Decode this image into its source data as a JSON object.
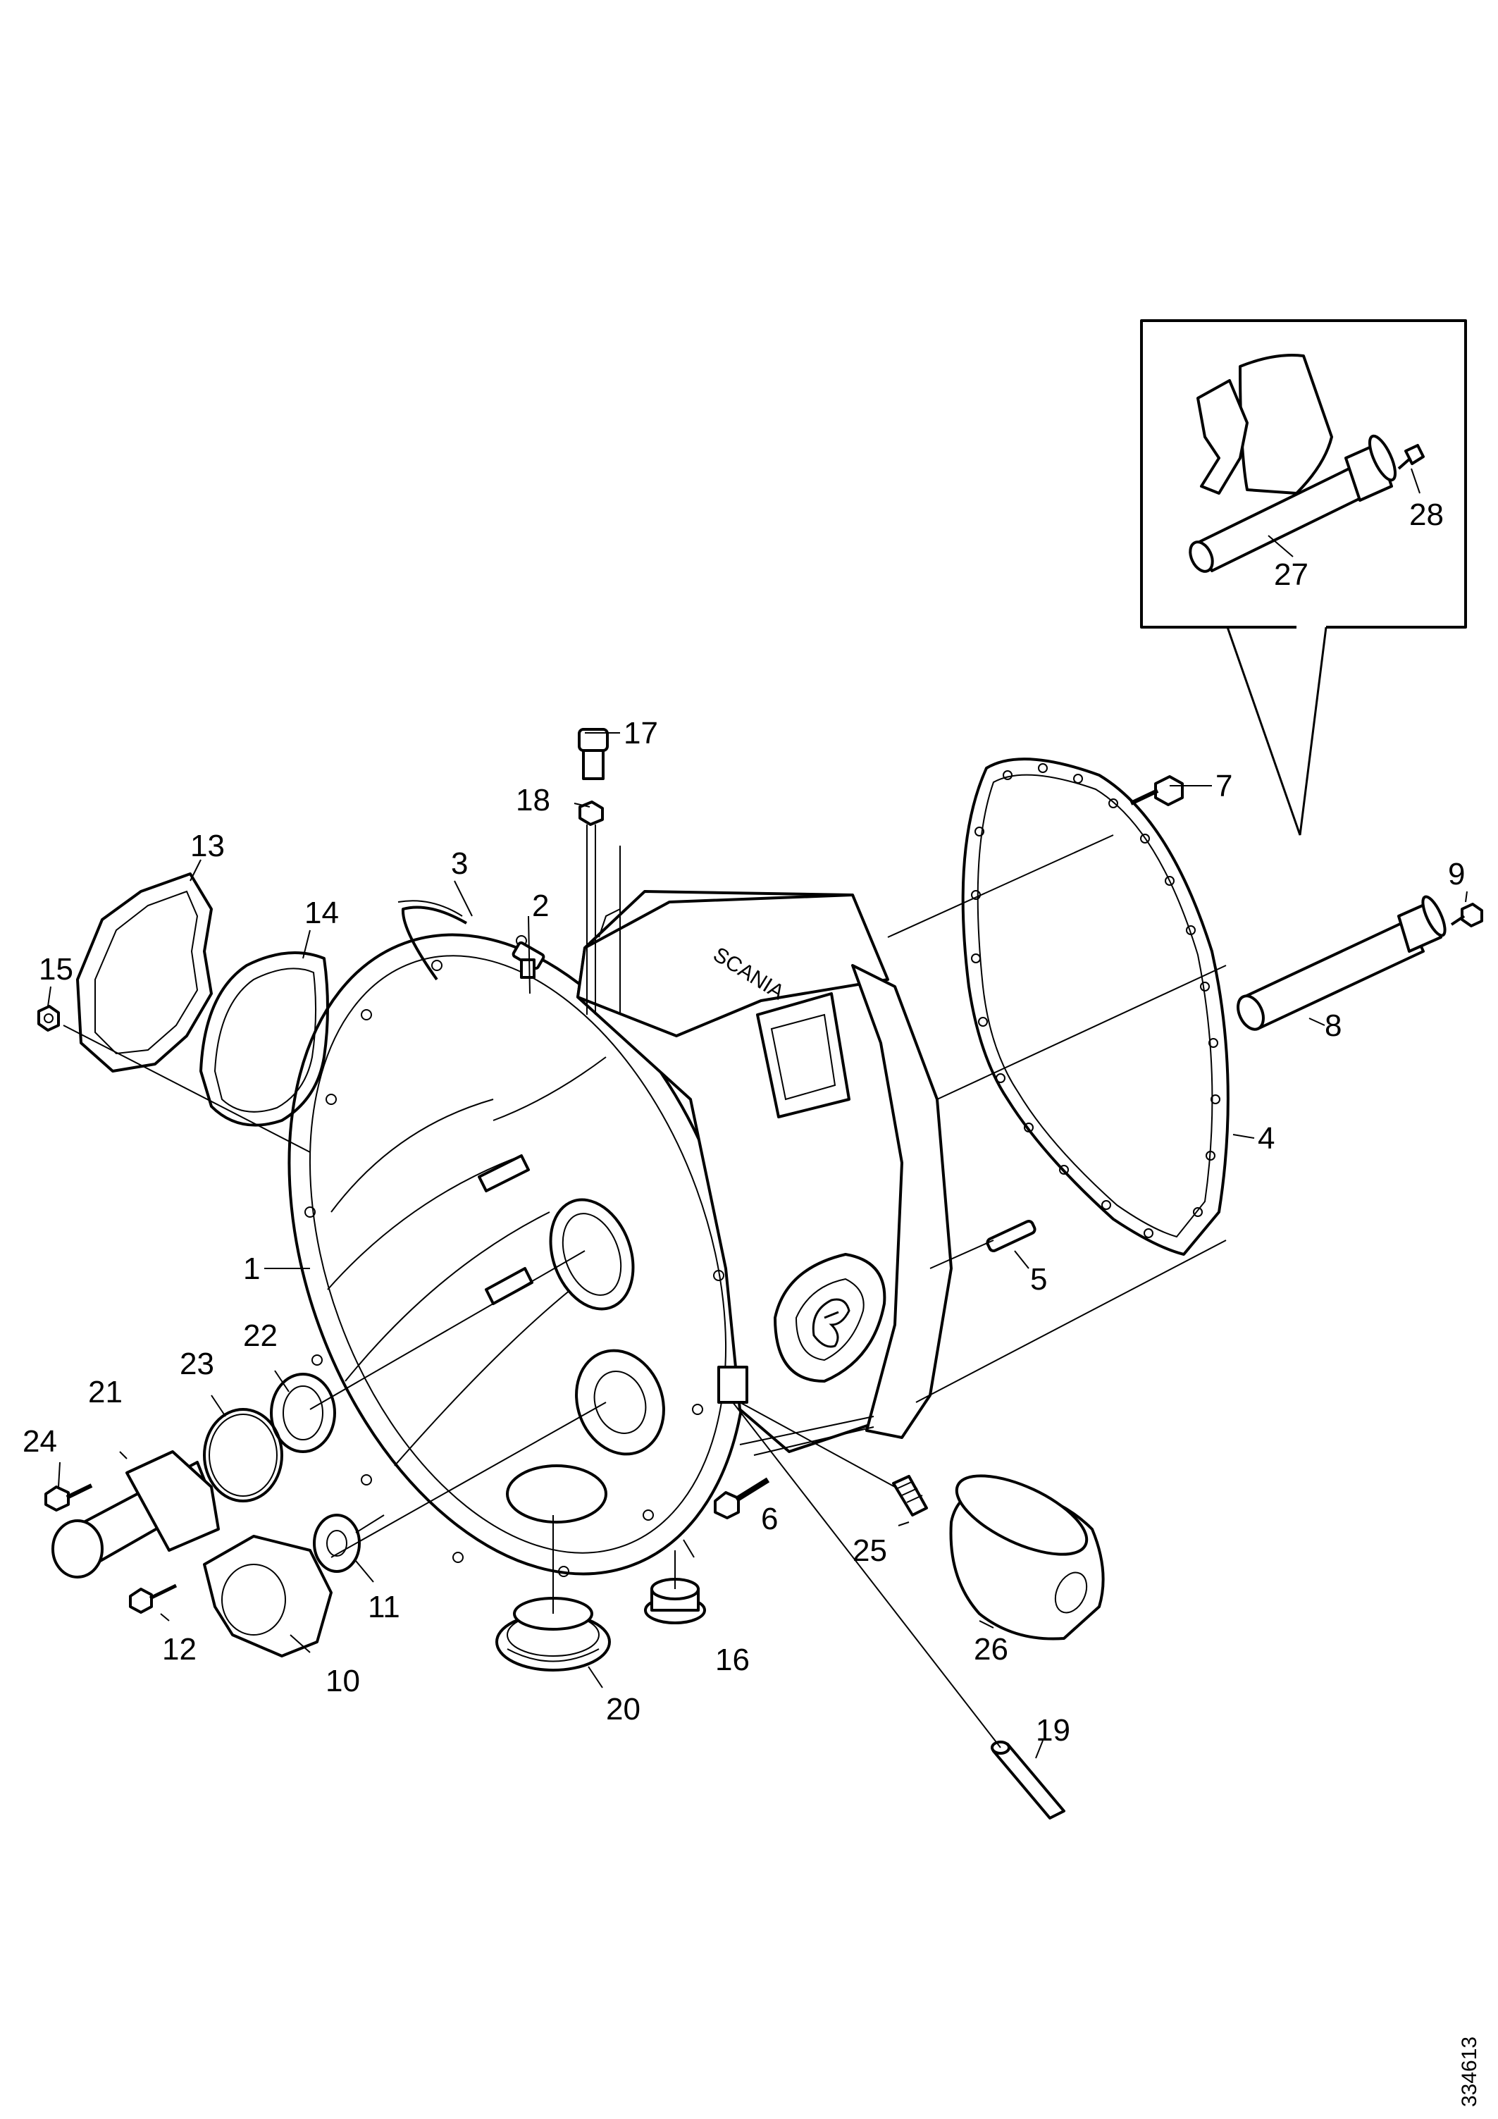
{
  "figure": {
    "reference_number": "334613",
    "callouts": {
      "c1": "1",
      "c2": "2",
      "c3": "3",
      "c4": "4",
      "c5": "5",
      "c6": "6",
      "c7": "7",
      "c8": "8",
      "c9": "9",
      "c10": "10",
      "c11": "11",
      "c12": "12",
      "c13": "13",
      "c14": "14",
      "c15": "15",
      "c16": "16",
      "c17": "17",
      "c18": "18",
      "c19": "19",
      "c20": "20",
      "c21": "21",
      "c22": "22",
      "c23": "23",
      "c24": "24",
      "c25": "25",
      "c26": "26",
      "c27": "27",
      "c28": "28"
    },
    "housing_lettering": "SCANIA"
  },
  "colors": {
    "line": "#000000",
    "background": "#ffffff",
    "shading": "#dcdcdc"
  },
  "icons": [
    "scania-griffin-logo"
  ]
}
